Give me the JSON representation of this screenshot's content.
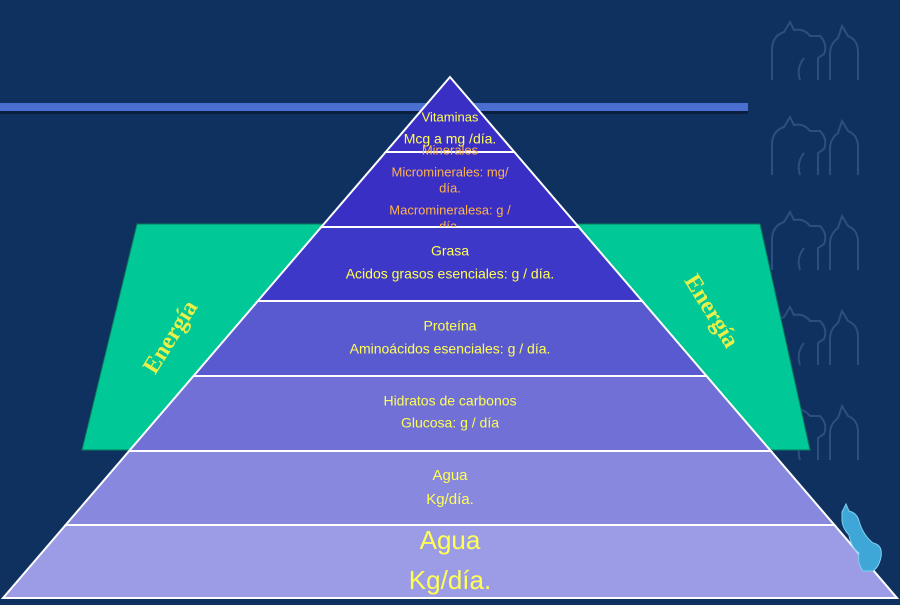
{
  "colors": {
    "background": "#0f3160",
    "frame_line": "#4a6fd0",
    "energy_band": "#00c896",
    "energy_text": "#e8f04a",
    "pyramid_outline": "#ffffff",
    "label_yellow": "#ffff55",
    "label_orange": "#ffb24a",
    "layer_fills": [
      "#3a2fc4",
      "#3a2fc4",
      "#3d38c8",
      "#5a5ad0",
      "#7070d6",
      "#8888de",
      "#9c9ce6"
    ]
  },
  "energy": {
    "left_label": "Energía",
    "right_label": "Energía"
  },
  "pyramid": {
    "layers": [
      {
        "id": "vitaminas",
        "lines": [
          "Vitaminas",
          "Mcg a mg /día."
        ]
      },
      {
        "id": "minerales",
        "lines": [
          "Minerales",
          "Microminerales: mg/",
          "día.",
          "Macromineralesa: g /",
          "día."
        ]
      },
      {
        "id": "grasa",
        "lines": [
          "Grasa",
          "Acidos grasos esenciales: g / día."
        ]
      },
      {
        "id": "proteina",
        "lines": [
          "Proteína",
          "Aminoácidos esenciales: g / día."
        ]
      },
      {
        "id": "hidratos",
        "lines": [
          "Hidratos de carbonos",
          "Glucosa: g / día"
        ]
      },
      {
        "id": "agua-1",
        "lines": [
          "Agua",
          "Kg/día."
        ]
      },
      {
        "id": "agua-2",
        "lines": [
          "Agua",
          "Kg/día."
        ]
      }
    ]
  },
  "decorations": {
    "watermark_icon": "dog-cat-silhouette-icon",
    "corner_icon": "cat-silhouette-icon"
  }
}
